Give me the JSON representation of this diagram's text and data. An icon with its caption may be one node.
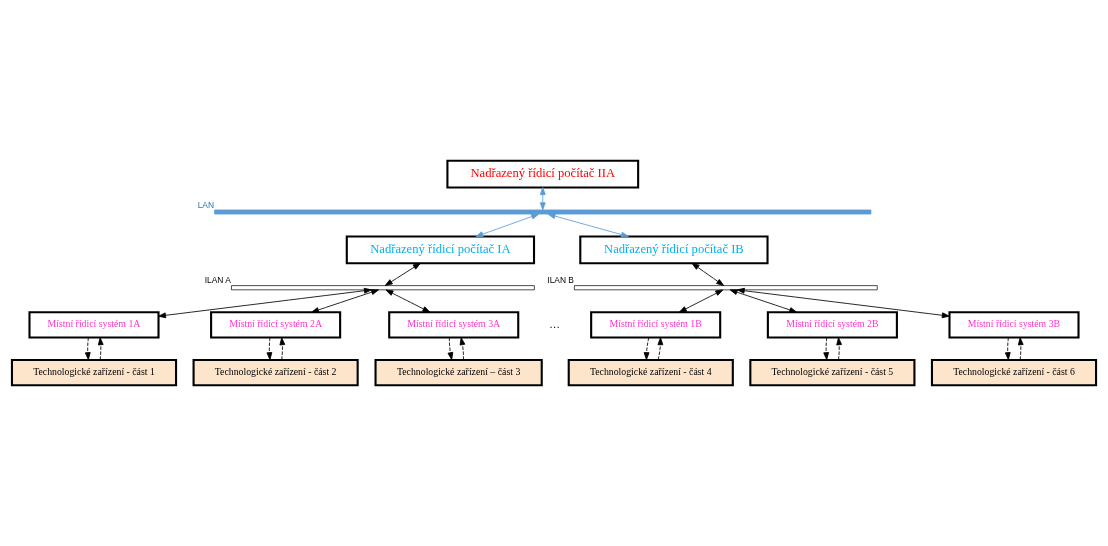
{
  "diagram": {
    "nodes": [
      {
        "text": [
          "Nadřazený řídicí počítač IIA"
        ]
      },
      {
        "text": [],
        "shape": "bar",
        "beside": [
          "LAN"
        ]
      },
      {
        "text": [
          "Nadřazený řídicí počítač IA"
        ]
      },
      {
        "text": [
          "Nadřazený řídicí počítač IB"
        ]
      },
      {
        "text": [],
        "shape": "bar",
        "beside": [
          "ILAN A"
        ]
      },
      {
        "text": [],
        "shape": "bar",
        "beside": [
          "ILAN B"
        ]
      },
      {
        "text": [
          "Místní řídicí systém 1A"
        ]
      },
      {
        "text": [
          "Místní řídicí systém 2A"
        ]
      },
      {
        "text": [
          "Místní řídicí systém 3A"
        ]
      },
      {
        "text": [
          "Místní řídicí systém 1B"
        ]
      },
      {
        "text": [
          "Místní řídicí systém 2B"
        ]
      },
      {
        "text": [
          "Místní řídicí systém 3B"
        ]
      },
      {
        "text": [
          "Technologické zařízení - část 1"
        ]
      },
      {
        "text": [
          "Technologické zařízení - část 2"
        ]
      },
      {
        "text": [
          "Technologické zařízení – část 3"
        ]
      },
      {
        "text": [
          "Technologické zařízení - část 4"
        ]
      },
      {
        "text": [
          "Technologické zařízení - část 5"
        ]
      },
      {
        "text": [
          "Technologické zařízení - část 6"
        ]
      }
    ],
    "edges": [
      {
        "from": 0,
        "to": 1,
        "arrow": "both",
        "color": "#5b9bd5"
      },
      {
        "from": 1,
        "to": 2,
        "arrow": "both",
        "color": "#5b9bd5"
      },
      {
        "from": 1,
        "to": 3,
        "arrow": "both",
        "color": "#5b9bd5"
      },
      {
        "from": 2,
        "to": 4,
        "arrow": "both"
      },
      {
        "from": 3,
        "to": 5,
        "arrow": "both"
      },
      {
        "from": 4,
        "to": 6,
        "arrow": "both"
      },
      {
        "from": 4,
        "to": 7,
        "arrow": "both"
      },
      {
        "from": 4,
        "to": 8,
        "arrow": "both"
      },
      {
        "from": 5,
        "to": 9,
        "arrow": "both"
      },
      {
        "from": 5,
        "to": 10,
        "arrow": "both"
      },
      {
        "from": 5,
        "to": 11,
        "arrow": "both"
      },
      {
        "from": 6,
        "to": 12,
        "arrow": "to",
        "style": "dashed"
      },
      {
        "from": 12,
        "to": 6,
        "arrow": "to",
        "style": "dashed"
      },
      {
        "from": 7,
        "to": 13,
        "arrow": "to",
        "style": "dashed"
      },
      {
        "from": 13,
        "to": 7,
        "arrow": "to",
        "style": "dashed"
      },
      {
        "from": 8,
        "to": 14,
        "arrow": "to",
        "style": "dashed"
      },
      {
        "from": 14,
        "to": 8,
        "arrow": "to",
        "style": "dashed"
      },
      {
        "from": 9,
        "to": 15,
        "arrow": "to",
        "style": "dashed"
      },
      {
        "from": 15,
        "to": 9,
        "arrow": "to",
        "style": "dashed"
      },
      {
        "from": 10,
        "to": 16,
        "arrow": "to",
        "style": "dashed"
      },
      {
        "from": 16,
        "to": 10,
        "arrow": "to",
        "style": "dashed"
      },
      {
        "from": 11,
        "to": 17,
        "arrow": "to",
        "style": "dashed"
      },
      {
        "from": 17,
        "to": 11,
        "arrow": "to",
        "style": "dashed"
      }
    ],
    "labels": [
      "…"
    ]
  }
}
